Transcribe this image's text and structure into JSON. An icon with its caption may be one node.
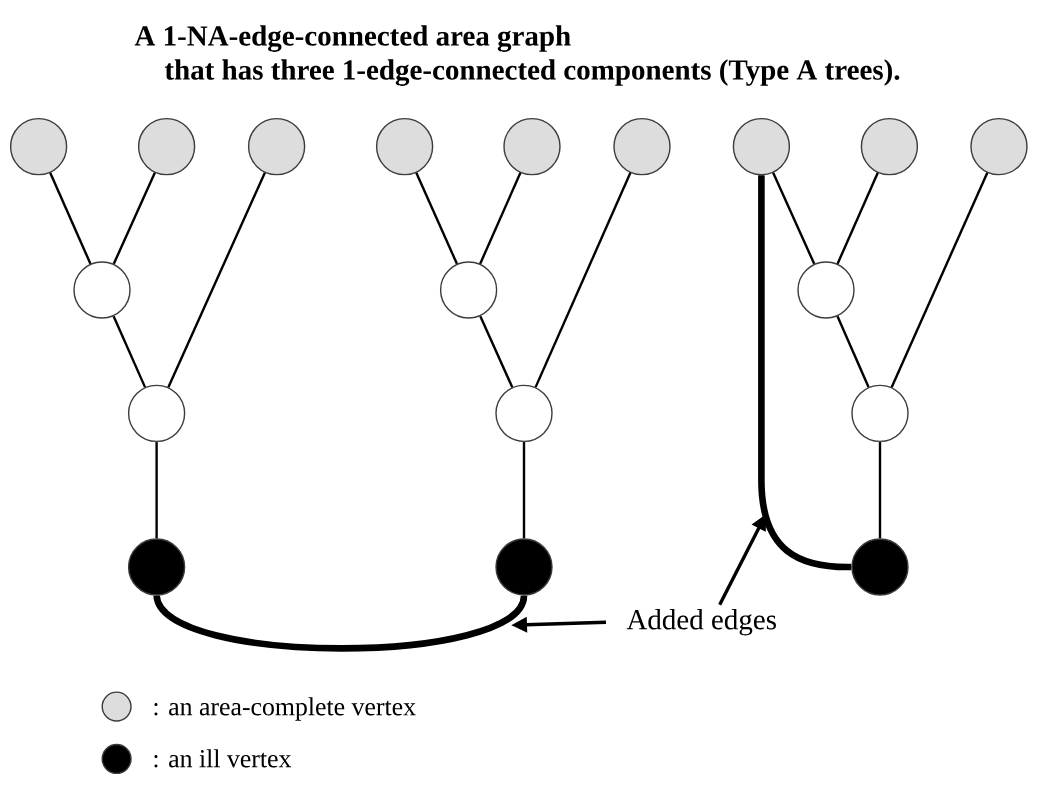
{
  "diagram": {
    "title": "A 1-NA-edge-connected area graph that has three 1-edge-connected components (Type A trees).",
    "nodes": [
      {
        "text": [],
        "shape": "circle"
      },
      {
        "text": [],
        "shape": "circle"
      },
      {
        "text": [],
        "shape": "circle"
      },
      {
        "text": [],
        "shape": "circle"
      },
      {
        "text": [],
        "shape": "circle"
      },
      {
        "text": [],
        "shape": "circle"
      },
      {
        "text": [],
        "shape": "circle"
      },
      {
        "text": [],
        "shape": "circle"
      },
      {
        "text": [],
        "shape": "circle"
      },
      {
        "text": [],
        "shape": "circle"
      },
      {
        "text": [],
        "shape": "circle"
      },
      {
        "text": [],
        "shape": "circle"
      },
      {
        "text": [],
        "shape": "circle"
      },
      {
        "text": [],
        "shape": "circle"
      },
      {
        "text": [],
        "shape": "circle"
      },
      {
        "text": [],
        "shape": "circle"
      },
      {
        "text": [],
        "shape": "circle"
      },
      {
        "text": [],
        "shape": "circle"
      },
      {
        "text": [
          "Added edges"
        ]
      }
    ],
    "edges": [
      {
        "from": 0,
        "to": 9,
        "arrow": "none"
      },
      {
        "from": 1,
        "to": 9,
        "arrow": "none"
      },
      {
        "from": 9,
        "to": 12,
        "arrow": "none"
      },
      {
        "from": 2,
        "to": 12,
        "arrow": "none"
      },
      {
        "from": 12,
        "to": 15,
        "arrow": "none"
      },
      {
        "from": 3,
        "to": 10,
        "arrow": "none"
      },
      {
        "from": 4,
        "to": 10,
        "arrow": "none"
      },
      {
        "from": 10,
        "to": 13,
        "arrow": "none"
      },
      {
        "from": 5,
        "to": 13,
        "arrow": "none"
      },
      {
        "from": 13,
        "to": 16,
        "arrow": "none"
      },
      {
        "from": 6,
        "to": 11,
        "arrow": "none"
      },
      {
        "from": 7,
        "to": 11,
        "arrow": "none"
      },
      {
        "from": 11,
        "to": 14,
        "arrow": "none"
      },
      {
        "from": 8,
        "to": 14,
        "arrow": "none"
      },
      {
        "from": 14,
        "to": 17,
        "arrow": "none"
      },
      {
        "from": 15,
        "to": 16,
        "arrow": "none",
        "style": "thick"
      },
      {
        "from": 6,
        "to": 17,
        "arrow": "none",
        "style": "thick"
      },
      {
        "from": 18,
        "to": null,
        "arrow": "to"
      },
      {
        "from": 18,
        "to": null,
        "arrow": "to"
      }
    ],
    "legend": [
      {
        "text": ": an area-complete vertex",
        "color": "#dddddd"
      },
      {
        "text": ": an ill vertex",
        "color": "#000000"
      }
    ]
  }
}
